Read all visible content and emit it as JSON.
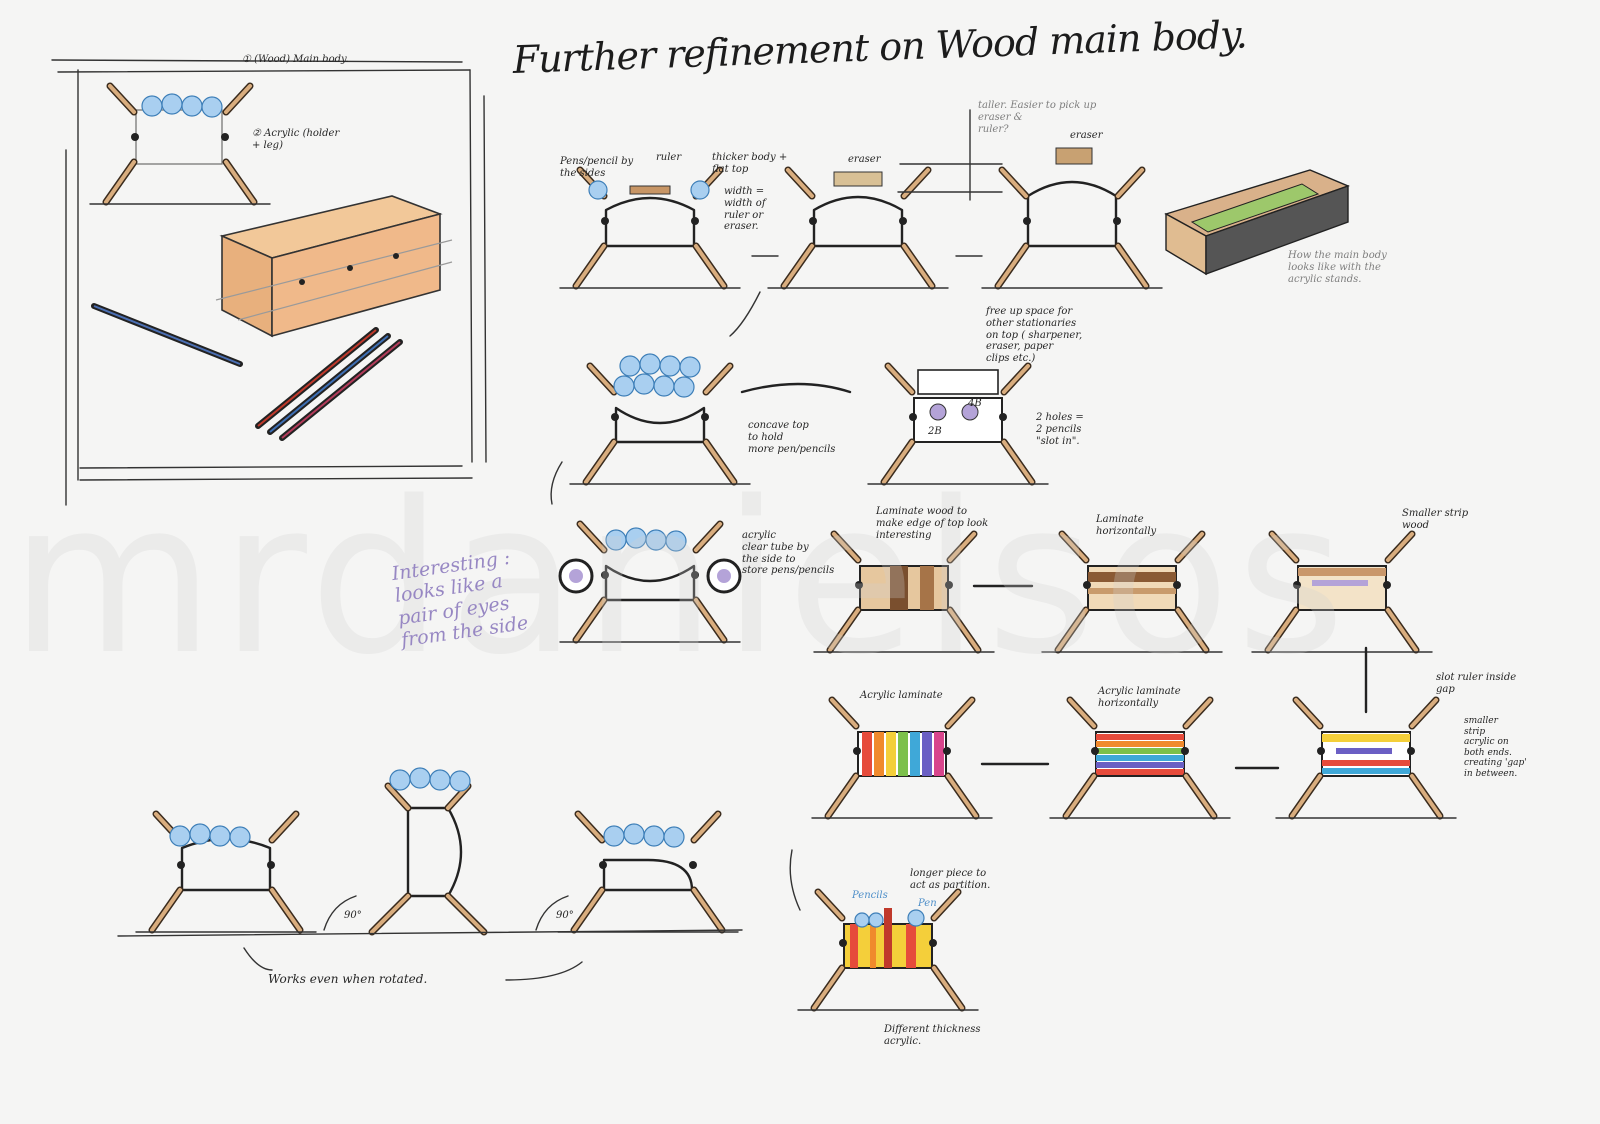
{
  "title": "Further refinement on Wood main body.",
  "title_underlined_word": "Wood",
  "watermark": "mrdanielsos",
  "notes": {
    "main_body": "① (Wood) Main body.",
    "acrylic_holder": "② Acrylic (holder\n+ leg)",
    "pens_pencils_sides": "Pens/pencil by\nthe sides",
    "ruler": "ruler",
    "thicker_body": "thicker body +\nflat top",
    "width_note": "width =\nwidth of\nruler or\neraser.",
    "eraser_1": "eraser",
    "eraser_2": "eraser",
    "taller": "taller. Easier to pick up\neraser &\nruler?",
    "main_body_acrylic": "How the main body\nlooks like with the\nacrylic stands.",
    "free_up_space": "free up space for\nother stationaries\non top ( sharpener,\neraser, paper\nclips etc.)",
    "concave_top": "concave top\nto hold\nmore pen/pencils",
    "label_4b": "4B",
    "label_2b": "2B",
    "two_holes": "2 holes =\n2 pencils\n\"slot in\".",
    "acrylic_clear_tube": "acrylic\nclear tube by\nthe side to\nstore pens/pencils",
    "interesting": "Interesting :\nlooks like a\npair of eyes\nfrom the side",
    "laminate_wood": "Laminate wood to\nmake edge of top look\ninteresting",
    "laminate_horizontally": "Laminate\nhorizontally",
    "smaller_strip_wood": "Smaller strip\nwood",
    "slot_ruler": "slot ruler inside\ngap",
    "acrylic_laminate": "Acrylic laminate",
    "acrylic_laminate_horizontally": "Acrylic laminate\nhorizontally",
    "smaller_strip_acrylic": "smaller\nstrip\nacrylic on\nboth ends.\ncreating 'gap'\nin between.",
    "pencils": "Pencils",
    "pen": "Pen",
    "longer_piece": "longer piece to\nact as partition.",
    "different_thickness": "Different thickness\nacrylic.",
    "works_rotated": "Works even when rotated.",
    "angle_1": "90°",
    "angle_2": "90°"
  },
  "colors": {
    "wood": "#e2b07f",
    "wood_dark": "#8a5a34",
    "pencil_blue": "#8bbfe4",
    "annotation_purple": "#9787c3",
    "green_ruler": "#9dc86b",
    "acrylic_stripes": [
      "#e64b3b",
      "#f08a2c",
      "#f4cf3a",
      "#7cc04b",
      "#3fa8d8",
      "#6b5fc4",
      "#d8458c"
    ]
  }
}
